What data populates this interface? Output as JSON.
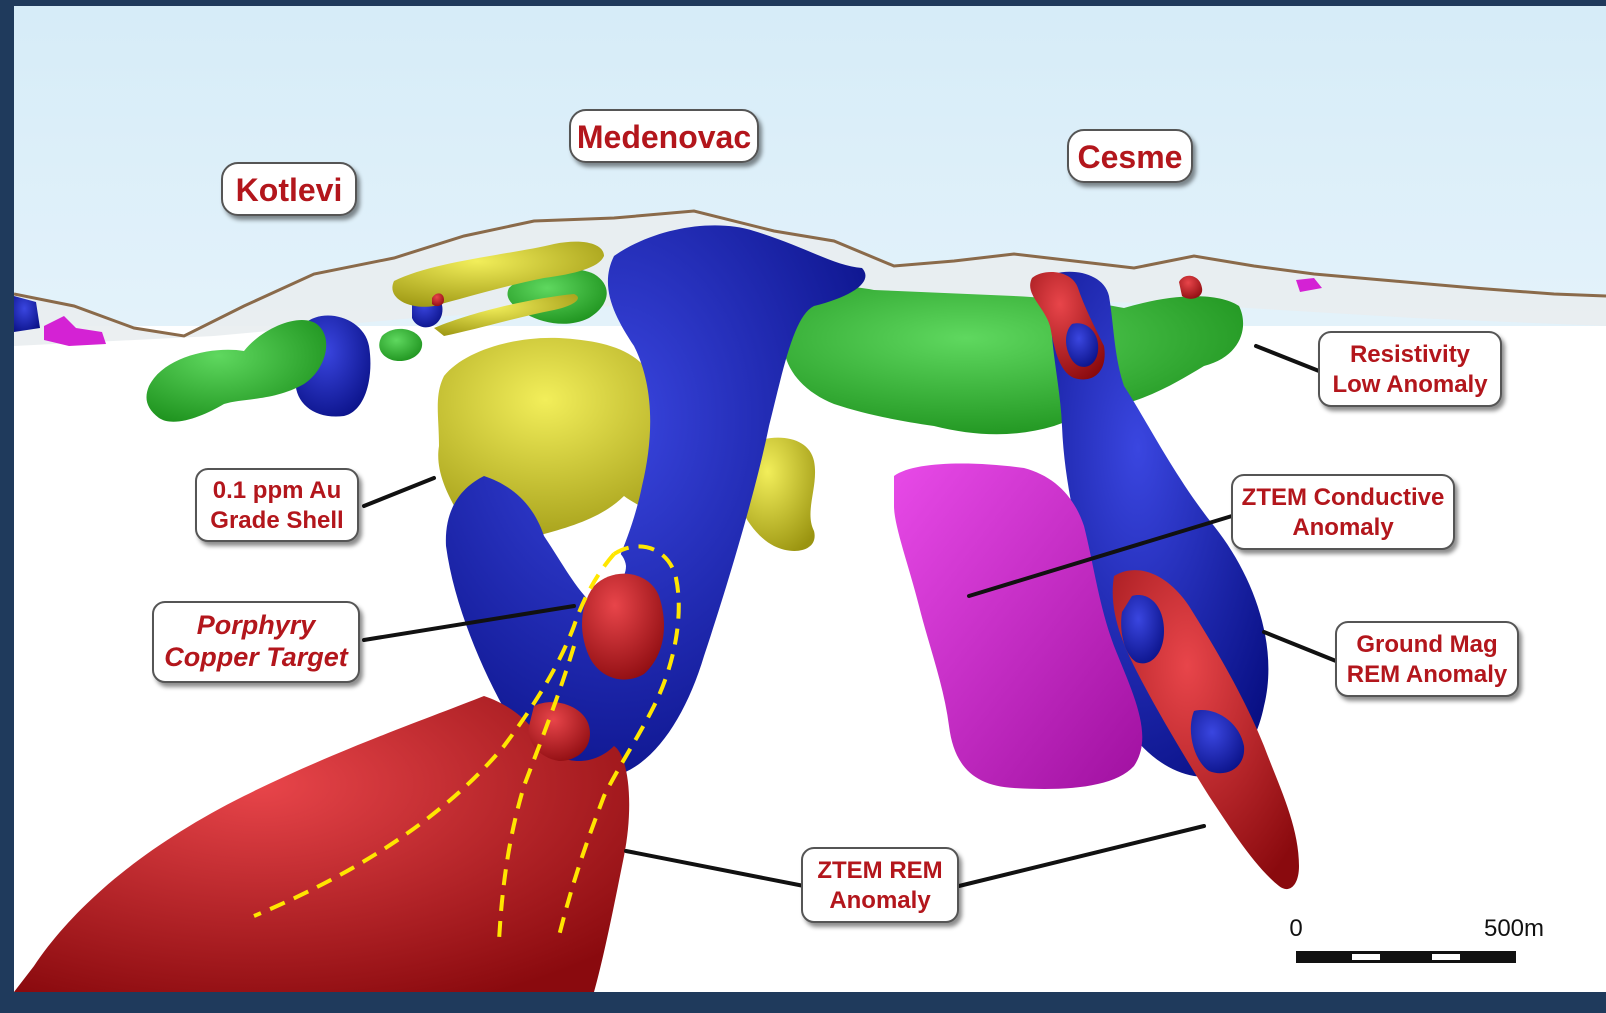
{
  "locations": {
    "kotlevi": "Kotlevi",
    "medenovac": "Medenovac",
    "cesme": "Cesme"
  },
  "callouts": {
    "au_shell": [
      "0.1 ppm Au",
      "Grade Shell"
    ],
    "porphyry": [
      "Porphyry",
      "Copper Target"
    ],
    "resistivity": [
      "Resistivity",
      "Low Anomaly"
    ],
    "ztem_conductive": [
      "ZTEM Conductive",
      "Anomaly"
    ],
    "ground_mag": [
      "Ground Mag",
      "REM Anomaly"
    ],
    "ztem_rem": [
      "ZTEM REM",
      "Anomaly"
    ]
  },
  "scale_bar": {
    "start": "0",
    "end": "500m"
  },
  "colors": {
    "frame": "#1f3a5c",
    "sky_top": "#cfe8f7",
    "label_text": "#b3161b",
    "resistivity_green": "#2fb62f",
    "au_shell_yellow": "#d8d020",
    "ztem_conductive_blue": "#0a14a8",
    "rem_red": "#c0141a",
    "mag_magenta": "#d422d4",
    "target_outline": "#ffe600"
  }
}
